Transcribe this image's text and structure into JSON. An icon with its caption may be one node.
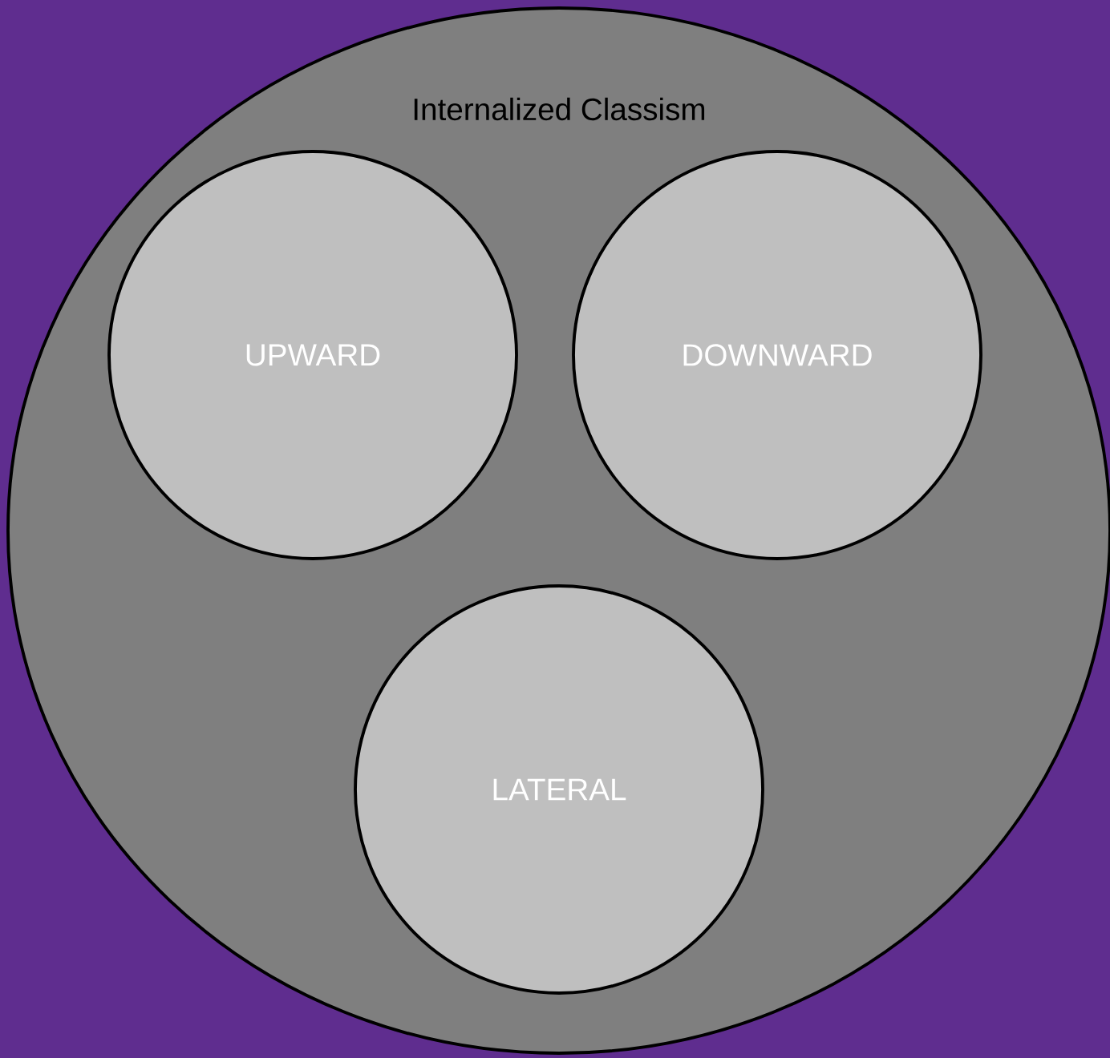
{
  "diagram": {
    "nodes": [
      {
        "text": [
          "Internalized Classism"
        ]
      },
      {
        "text": [
          "UPWARD"
        ],
        "in": 0
      },
      {
        "text": [
          "DOWNWARD"
        ],
        "in": 0
      },
      {
        "text": [
          "LATERAL"
        ],
        "in": 0
      }
    ]
  }
}
